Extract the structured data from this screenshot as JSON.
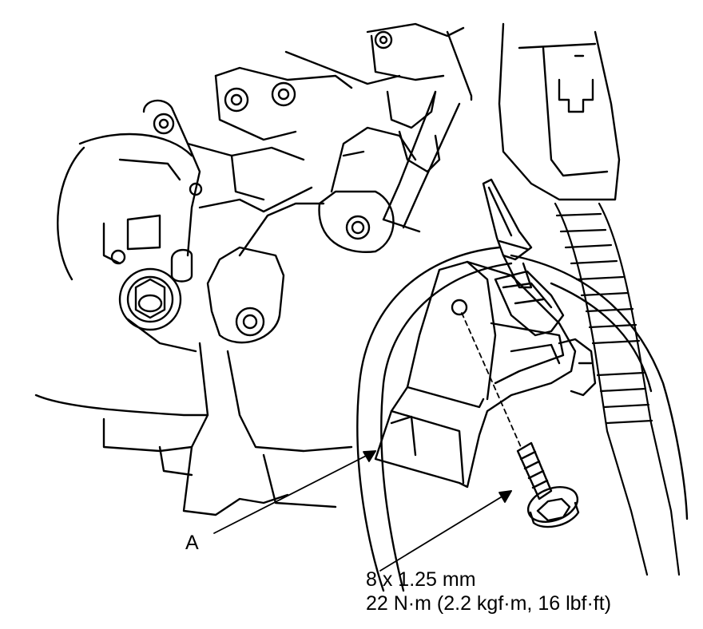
{
  "callouts": {
    "part_label": "A",
    "bolt_size": "8 x 1.25 mm",
    "torque": "22 N·m (2.2 kgf·m, 16 lbf·ft)"
  },
  "colors": {
    "line": "#000000",
    "background": "#ffffff"
  }
}
